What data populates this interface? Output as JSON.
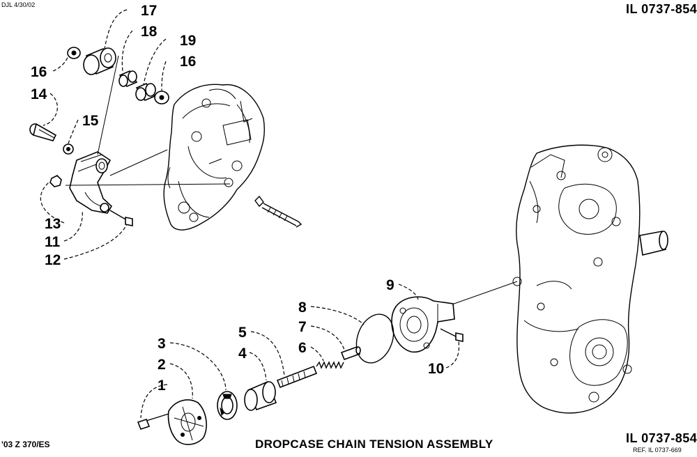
{
  "header": {
    "date_stamp": "DJL 4/30/02",
    "illustration_number_top": "IL 0737-854"
  },
  "footer": {
    "model": "'03 Z 370/ES",
    "title": "DROPCASE CHAIN TENSION ASSEMBLY",
    "illustration_number_bottom": "IL 0737-854",
    "reference": "REF. IL 0737-669"
  },
  "callouts": {
    "c1": "1",
    "c2": "2",
    "c3": "3",
    "c4": "4",
    "c5": "5",
    "c6": "6",
    "c7": "7",
    "c8": "8",
    "c9": "9",
    "c10": "10",
    "c11": "11",
    "c12": "12",
    "c13": "13",
    "c14": "14",
    "c15": "15",
    "c16a": "16",
    "c16b": "16",
    "c17": "17",
    "c18": "18",
    "c19": "19"
  }
}
